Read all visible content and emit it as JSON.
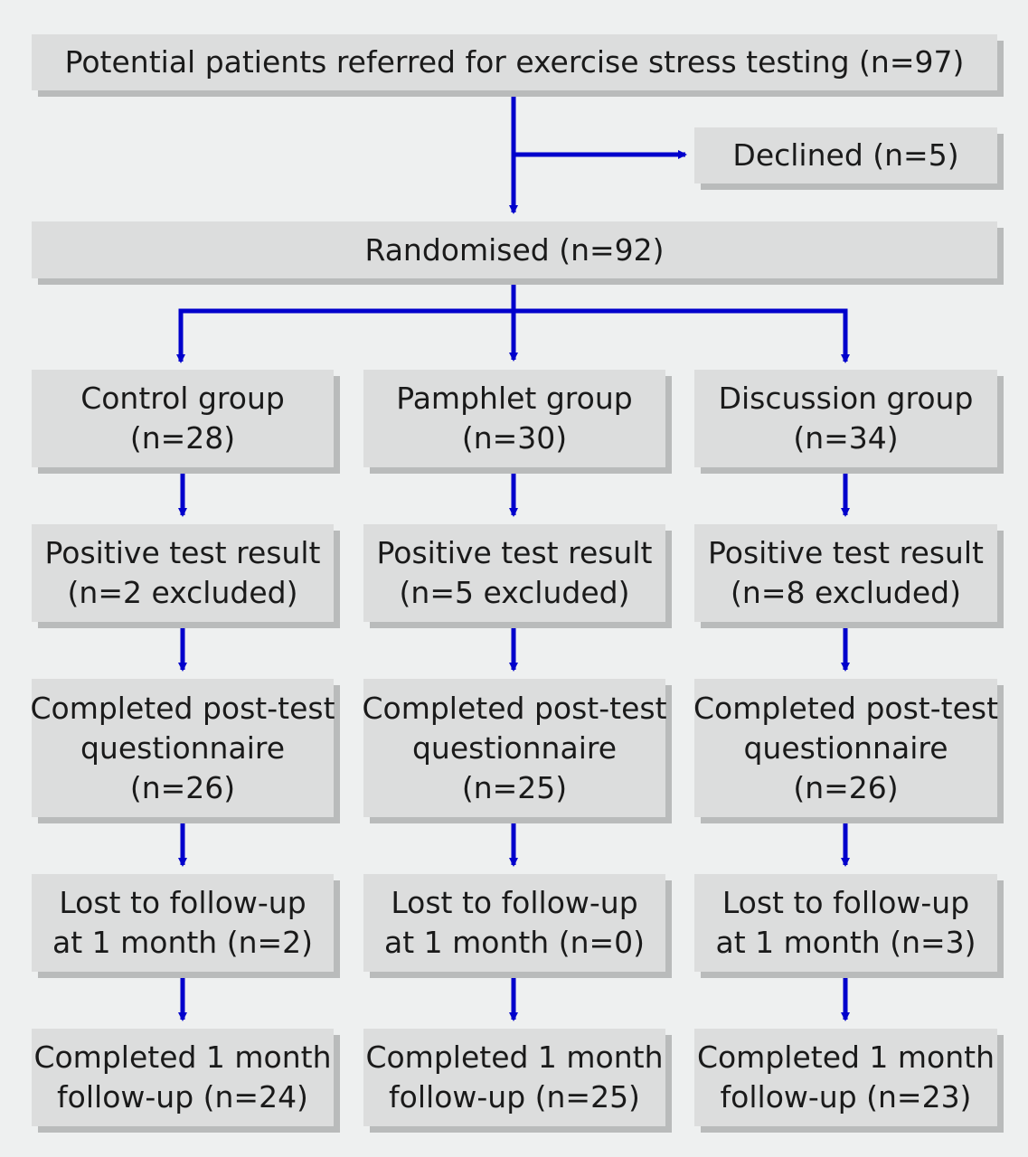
{
  "referred": {
    "text": "Potential patients referred for exercise stress testing (n=97)"
  },
  "declined": {
    "text": "Declined (n=5)"
  },
  "randomised": {
    "text": "Randomised (n=92)"
  },
  "groups": [
    {
      "name": "Control group",
      "n": "(n=28)",
      "positive": [
        "Positive test result",
        "(n=2 excluded)"
      ],
      "post_test": [
        "Completed post-test",
        "questionnaire",
        "(n=26)"
      ],
      "lost": [
        "Lost to follow-up",
        "at 1 month (n=2)"
      ],
      "completed": [
        "Completed 1 month",
        "follow-up (n=24)"
      ]
    },
    {
      "name": "Pamphlet group",
      "n": "(n=30)",
      "positive": [
        "Positive test result",
        "(n=5 excluded)"
      ],
      "post_test": [
        "Completed post-test",
        "questionnaire",
        "(n=25)"
      ],
      "lost": [
        "Lost to follow-up",
        "at 1 month (n=0)"
      ],
      "completed": [
        "Completed 1 month",
        "follow-up (n=25)"
      ]
    },
    {
      "name": "Discussion group",
      "n": "(n=34)",
      "positive": [
        "Positive test result",
        "(n=8 excluded)"
      ],
      "post_test": [
        "Completed post-test",
        "questionnaire",
        "(n=26)"
      ],
      "lost": [
        "Lost to follow-up",
        "at 1 month (n=3)"
      ],
      "completed": [
        "Completed 1 month",
        "follow-up (n=23)"
      ]
    }
  ],
  "colors": {
    "arrow": "#0000cc",
    "box": "#dcdddd",
    "shadow": "#b9bbbb",
    "background": "#eef0f0"
  }
}
